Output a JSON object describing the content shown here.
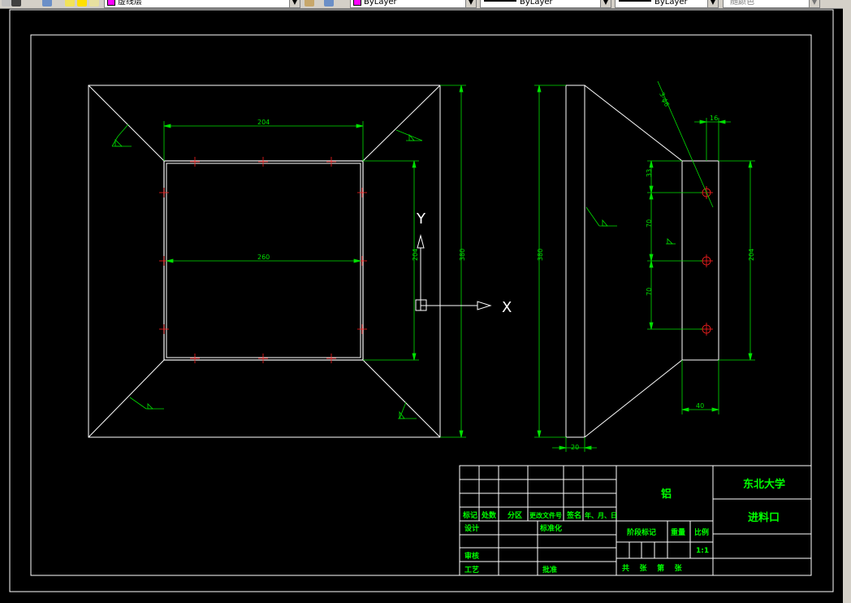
{
  "toolbar": {
    "layer_name": "虚线层",
    "color_value": "ByLayer",
    "linetype_value": "ByLayer",
    "lineweight_value": "ByLayer",
    "plotstyle_value": "随颜色",
    "layer_color": "#ff00ff",
    "color_swatch": "#ff00ff"
  },
  "drawing": {
    "front_view": {
      "dim_top_inner": "204",
      "dim_inner_width": "260",
      "dim_inner_height": "204",
      "dim_outer_height": "380"
    },
    "side_view": {
      "dim_height": "380",
      "dim_thickness": "20"
    },
    "flange_view": {
      "dim_top": "16",
      "dim_seg1": "33",
      "dim_seg2": "70",
      "dim_seg3": "70",
      "dim_height": "204",
      "dim_width": "40",
      "hole_callout": "3-ϕ6"
    },
    "ucs": {
      "x_label": "X",
      "y_label": "Y"
    }
  },
  "title_block": {
    "material": "铝",
    "company": "东北大学",
    "part_name": "进料口",
    "rev_headers": [
      "标记",
      "处数",
      "分区",
      "更改文件号",
      "签名",
      "年、月、日"
    ],
    "design_label": "设计",
    "standardize_label": "标准化",
    "check_label": "审核",
    "process_label": "工艺",
    "approve_label": "批准",
    "stage_mark_label": "阶段标记",
    "weight_label": "重量",
    "scale_label": "比例",
    "scale_value": "1:1",
    "sheets_text": "共    张    第    张"
  },
  "colors": {
    "background": "#000000",
    "geometry": "#ffffff",
    "dimension": "#00e000",
    "center_marks": "#ff2020"
  }
}
